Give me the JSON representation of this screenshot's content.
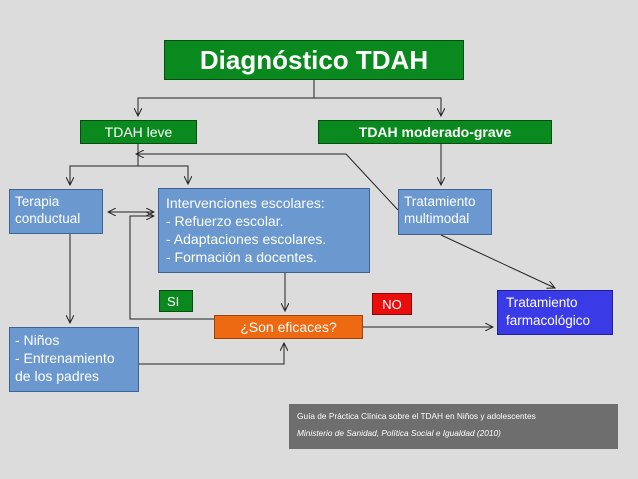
{
  "diagram": {
    "title": "Diagnóstico TDAH",
    "leve": "TDAH leve",
    "moderado_grave": "TDAH moderado-grave",
    "terapia": [
      "Terapia",
      "conductual"
    ],
    "intervenciones": [
      "Intervenciones escolares:",
      "- Refuerzo escolar.",
      "-  Adaptaciones escolares.",
      "- Formación a docentes."
    ],
    "tratamiento_multimodal": [
      "Tratamiento",
      "multimodal"
    ],
    "ninos": [
      "- Niños",
      "- Entrenamiento",
      "de los padres"
    ],
    "tratamiento_farmacologico": [
      "Tratamiento",
      "farmacológico"
    ],
    "eficaces": "¿Son eficaces?",
    "si": "SI",
    "no": "NO"
  },
  "source": {
    "line1": "Guía de Práctica Clínica sobre el TDAH  en Niños y adolescentes",
    "line2": "Ministerio de Sanidad, Política Social e Igualdad (2010)"
  },
  "colors": {
    "background": "#dcdcdc",
    "green": "#0a8a1e",
    "blue": "#6a98cf",
    "dark_blue": "#3a3ae6",
    "orange": "#ee6a12",
    "red": "#e80e0e",
    "source_box": "#6e6e6e"
  }
}
